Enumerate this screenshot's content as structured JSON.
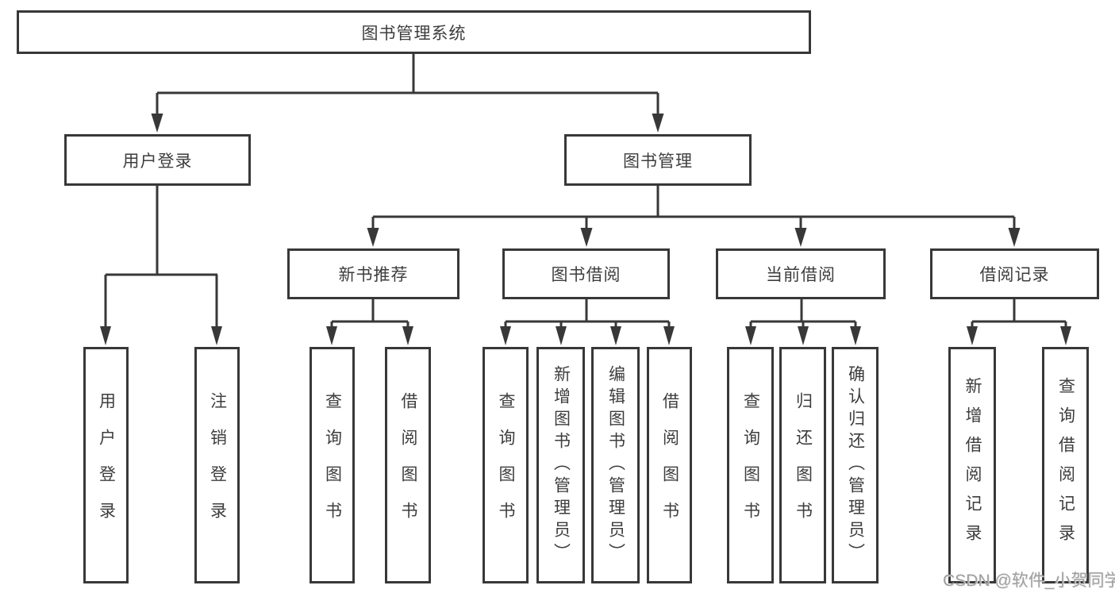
{
  "diagram": {
    "root": {
      "label": "图书管理系统"
    },
    "level2": [
      {
        "label": "用户登录"
      },
      {
        "label": "图书管理"
      }
    ],
    "level3": [
      {
        "label": "新书推荐"
      },
      {
        "label": "图书借阅"
      },
      {
        "label": "当前借阅"
      },
      {
        "label": "借阅记录"
      }
    ],
    "leaves": [
      {
        "label": "用户登录"
      },
      {
        "label": "注销登录"
      },
      {
        "label": "查询图书"
      },
      {
        "label": "借阅图书"
      },
      {
        "label": "查询图书"
      },
      {
        "label": "新增图书（管理员）"
      },
      {
        "label": "编辑图书（管理员）"
      },
      {
        "label": "借阅图书"
      },
      {
        "label": "查询图书"
      },
      {
        "label": "归还图书"
      },
      {
        "label": "确认归还（管理员）"
      },
      {
        "label": "新增借阅记录"
      },
      {
        "label": "查询借阅记录"
      }
    ],
    "colors": {
      "line": "#383838",
      "text": "#3d3d3d",
      "background": "#ffffff",
      "watermark": "#9f9f9f"
    }
  },
  "watermark": {
    "text": "CSDN @软件_小贺同学"
  }
}
